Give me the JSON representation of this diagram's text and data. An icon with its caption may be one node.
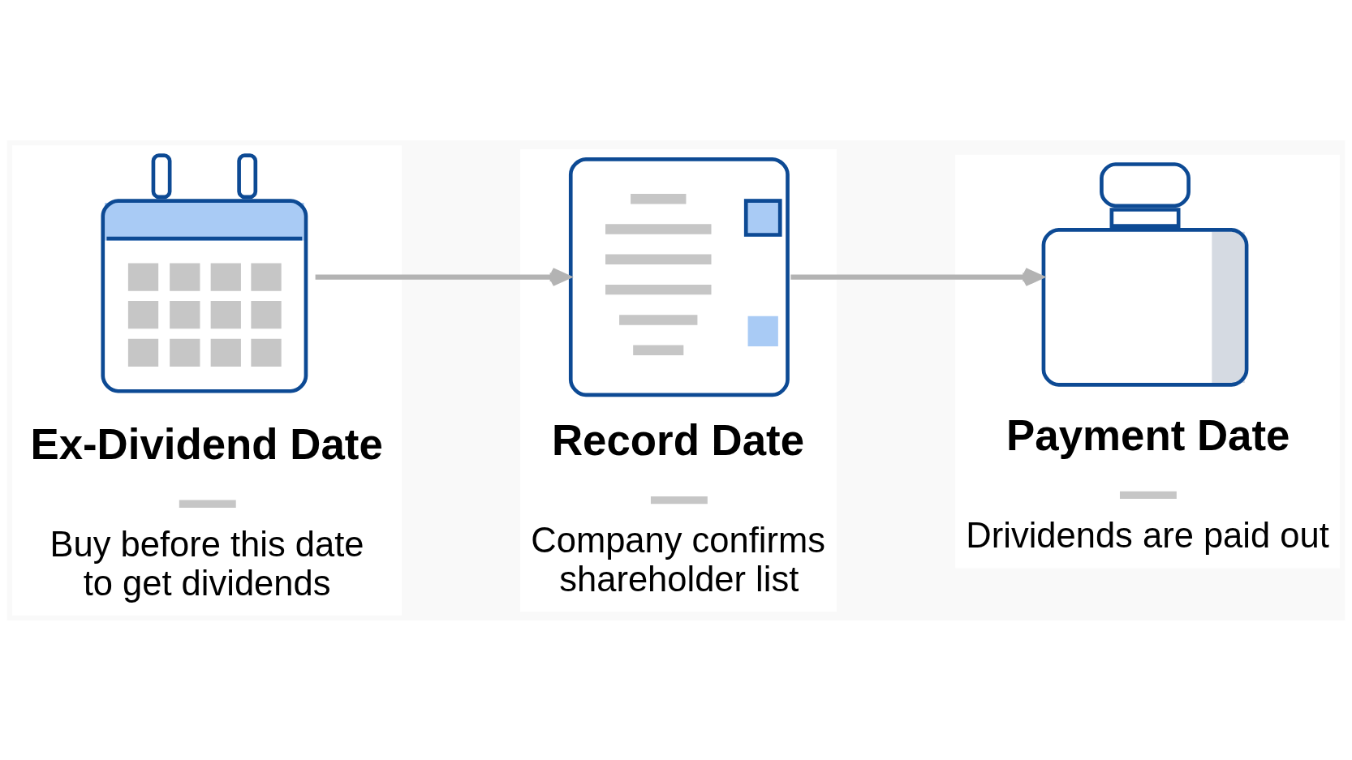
{
  "diagram": {
    "nodes": [
      {
        "text": [
          "Ex-Dividend Date",
          "Buy before this date to get dividends"
        ]
      },
      {
        "text": [
          "Record Date",
          "Company confirms shareholder list"
        ]
      },
      {
        "text": [
          "Payment Date",
          "Drividends are paid out"
        ]
      }
    ],
    "edges": [
      {
        "from": 0,
        "to": 1,
        "arrow": "to"
      },
      {
        "from": 1,
        "to": 2,
        "arrow": "to"
      }
    ]
  }
}
